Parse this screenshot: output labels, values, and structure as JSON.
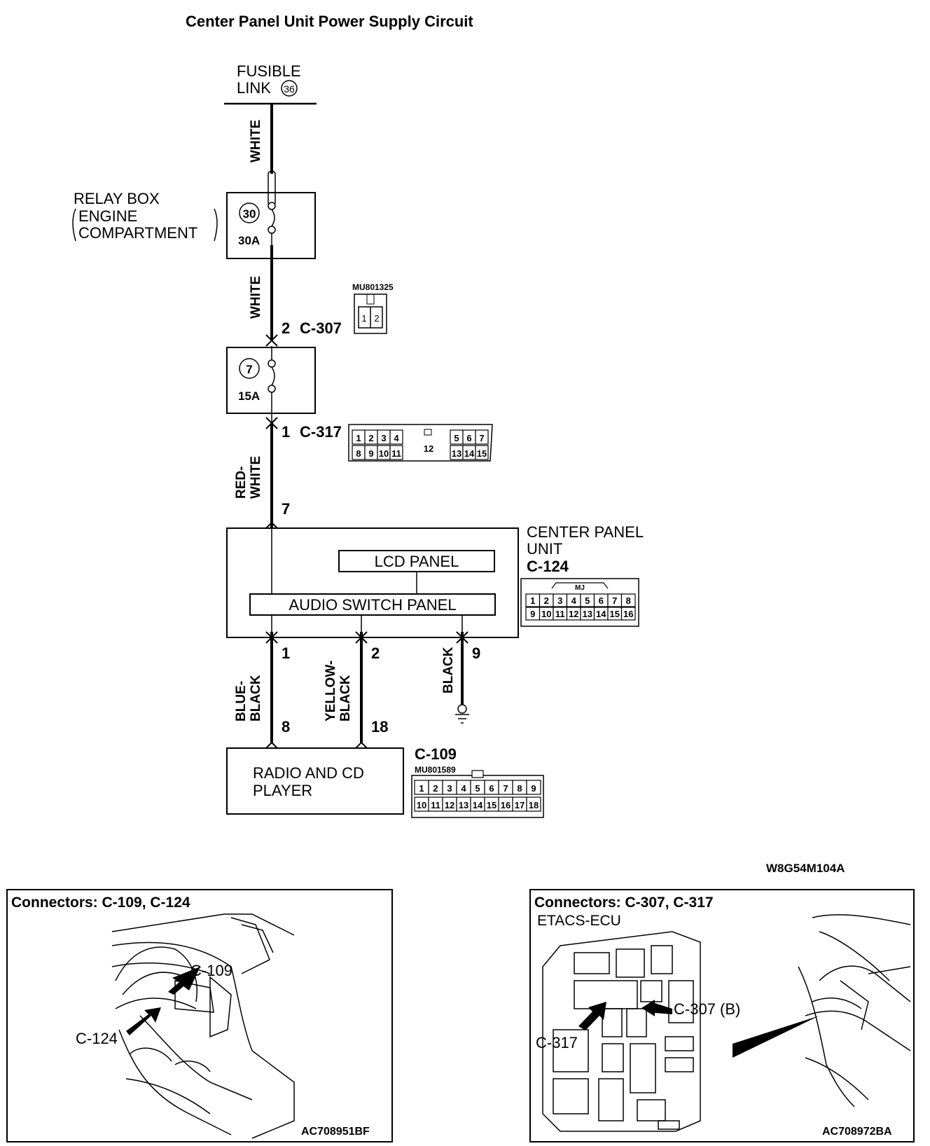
{
  "title": "Center Panel Unit Power Supply Circuit",
  "fusible_link": {
    "line1": "FUSIBLE",
    "line2": "LINK",
    "number": "36"
  },
  "relay_box": {
    "line1": "RELAY BOX",
    "line2": "ENGINE",
    "line3": "COMPARTMENT",
    "fuse_number": "30",
    "fuse_rating": "30A"
  },
  "fuse_7": {
    "number": "7",
    "rating": "15A"
  },
  "wires": {
    "white_top": "WHITE",
    "white_mid": "WHITE",
    "red_white_1": "RED-",
    "red_white_2": "WHITE",
    "blue_black_1": "BLUE-",
    "blue_black_2": "BLACK",
    "yellow_black_1": "YELLOW-",
    "yellow_black_2": "BLACK",
    "black": "BLACK"
  },
  "pins": {
    "c307_pin": "2",
    "c307": "C-307",
    "c317_pin": "1",
    "c317": "C-317",
    "cpu_in": "7",
    "out1": "1",
    "out2": "2",
    "out3": "9",
    "radio1": "8",
    "radio2": "18"
  },
  "connector_c307": {
    "part_no": "MU801325",
    "pins": [
      "1",
      "2"
    ]
  },
  "connector_c317": {
    "row1": [
      "1",
      "2",
      "3",
      "4",
      "5",
      "6",
      "7"
    ],
    "center": "12",
    "row2": [
      "8",
      "9",
      "10",
      "11",
      "13",
      "14",
      "15"
    ]
  },
  "center_panel_unit": {
    "line1": "CENTER PANEL",
    "line2": "UNIT",
    "connector": "C-124",
    "lcd": "LCD PANEL",
    "audio": "AUDIO SWITCH PANEL"
  },
  "connector_c124": {
    "tag": "MJ",
    "row1": [
      "1",
      "2",
      "3",
      "4",
      "5",
      "6",
      "7",
      "8"
    ],
    "row2": [
      "9",
      "10",
      "11",
      "12",
      "13",
      "14",
      "15",
      "16"
    ]
  },
  "radio": {
    "line1": "RADIO AND CD",
    "line2": "PLAYER",
    "connector": "C-109",
    "part_no": "MU801589"
  },
  "connector_c109": {
    "row1": [
      "1",
      "2",
      "3",
      "4",
      "5",
      "6",
      "7",
      "8",
      "9"
    ],
    "row2": [
      "10",
      "11",
      "12",
      "13",
      "14",
      "15",
      "16",
      "17",
      "18"
    ]
  },
  "figure_code": "W8G54M104A",
  "panel_left": {
    "title": "Connectors: C-109, C-124",
    "label_a": "C-109",
    "label_b": "C-124",
    "code": "AC708951BF"
  },
  "panel_right": {
    "title": "Connectors: C-307, C-317",
    "subtitle": "ETACS-ECU",
    "label_a": "C-307 (B)",
    "label_b": "C-317",
    "code": "AC708972BA"
  }
}
